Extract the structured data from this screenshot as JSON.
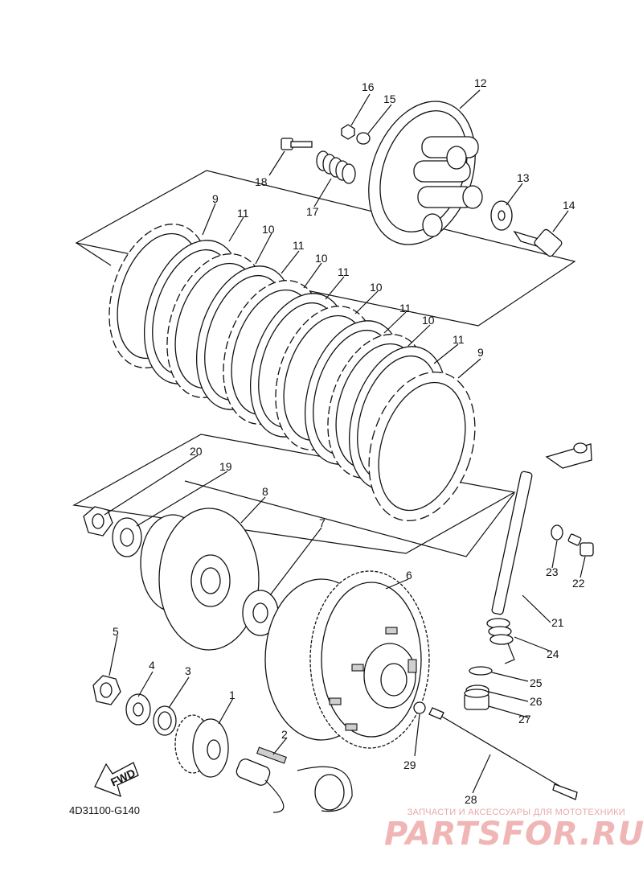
{
  "diagram_code": "4D31100-G140",
  "fwd_label": "FWD",
  "callouts": [
    "1",
    "2",
    "3",
    "4",
    "5",
    "6",
    "7",
    "8",
    "9",
    "9",
    "10",
    "10",
    "10",
    "10",
    "11",
    "11",
    "11",
    "11",
    "11",
    "12",
    "13",
    "14",
    "15",
    "16",
    "17",
    "18",
    "19",
    "20",
    "21",
    "22",
    "23",
    "24",
    "25",
    "26",
    "27",
    "28",
    "29"
  ],
  "watermark": {
    "tagline": "ЗАПЧАСТИ И АКСЕССУАРЫ ДЛЯ МОТОТЕХНИКИ",
    "brand": "PARTSFOR.RU"
  }
}
